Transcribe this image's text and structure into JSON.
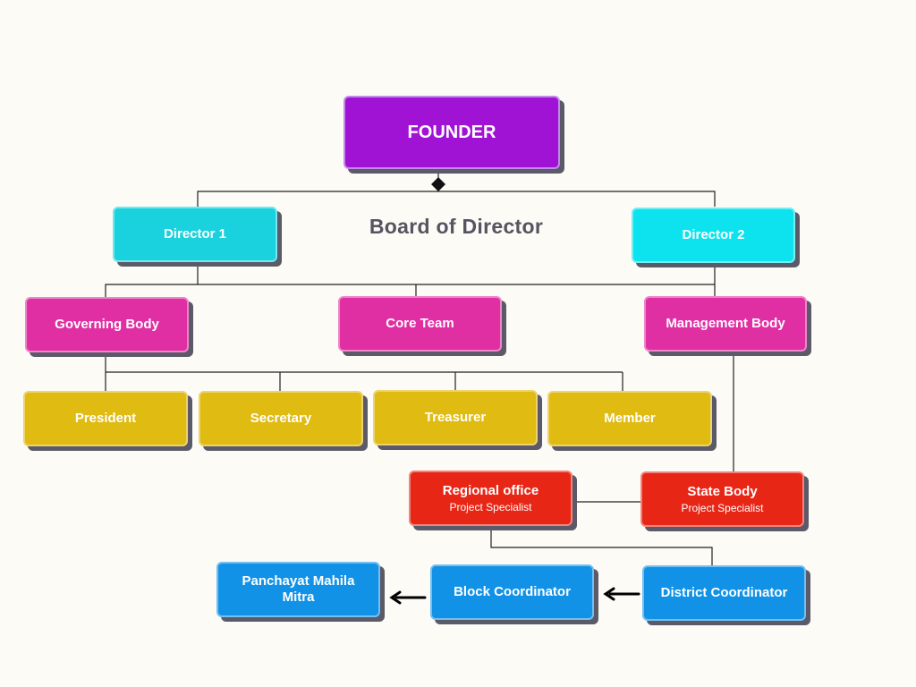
{
  "founder": {
    "label": "FOUNDER"
  },
  "board": {
    "caption": "Board of  Director",
    "director1": "Director 1",
    "director2": "Director 2"
  },
  "bodies": {
    "governing": "Governing Body",
    "core": "Core Team",
    "management": "Management Body"
  },
  "governing_members": [
    "President",
    "Secretary",
    "Treasurer",
    "Member"
  ],
  "regional_office": {
    "title": "Regional office",
    "subtitle": "Project Specialist"
  },
  "state_body": {
    "title": "State Body",
    "subtitle": "Project Specialist"
  },
  "coordinators": {
    "district": "District Coordinator",
    "block": "Block Coordinator",
    "panchayat": "Panchayat Mahila Mitra"
  },
  "colors": {
    "founder": "#a113d4",
    "director": "#1ad2de",
    "body": "#e02fa3",
    "member": "#e0bb12",
    "office": "#e82616",
    "coordinator": "#1192e6",
    "background": "#fcfbf6"
  }
}
